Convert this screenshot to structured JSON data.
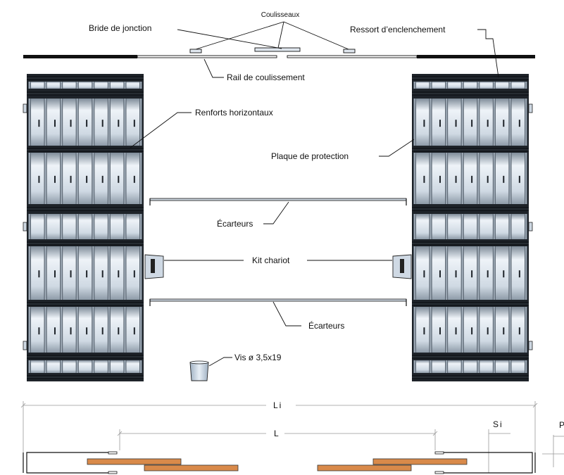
{
  "labels": {
    "coulisseaux": "Coulisseaux",
    "bride": "Bride de jonction",
    "ressort": "Ressort d’enclenchement",
    "rail": "Rail de coulissement",
    "renforts": "Renforts horizontaux",
    "plaque": "Plaque de protection",
    "ecarteurs_top": "Écarteurs",
    "kit": "Kit chariot",
    "ecarteurs_bottom": "Écarteurs",
    "vis": "Vis ø 3,5x19"
  },
  "dimensions": {
    "li": "Li",
    "l": "L",
    "si": "Si",
    "p": "P"
  },
  "colors": {
    "frame": "#1e2329",
    "panel_light": "#e9eff5",
    "panel_mid": "#a9b6c3",
    "wood": "#d98a4a",
    "rail": "#111111"
  }
}
